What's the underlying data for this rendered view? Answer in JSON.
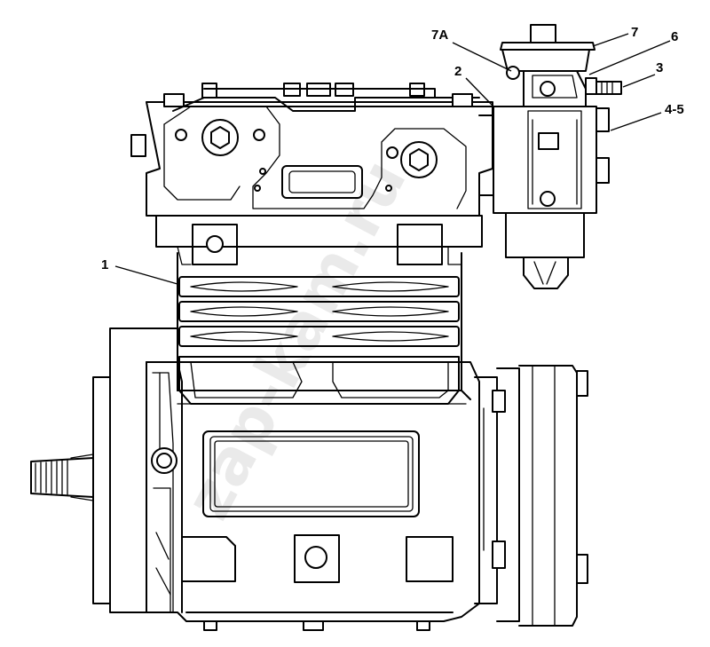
{
  "diagram": {
    "callouts": [
      {
        "id": "c1",
        "label": "1"
      },
      {
        "id": "c2",
        "label": "2"
      },
      {
        "id": "c3",
        "label": "3"
      },
      {
        "id": "c45",
        "label": "4-5"
      },
      {
        "id": "c6",
        "label": "6"
      },
      {
        "id": "c7",
        "label": "7"
      },
      {
        "id": "c7a",
        "label": "7A"
      }
    ],
    "watermark": "zap-kam.ru",
    "colors": {
      "line": "#000000",
      "background": "#ffffff",
      "watermark": "#d9d9d9"
    }
  }
}
